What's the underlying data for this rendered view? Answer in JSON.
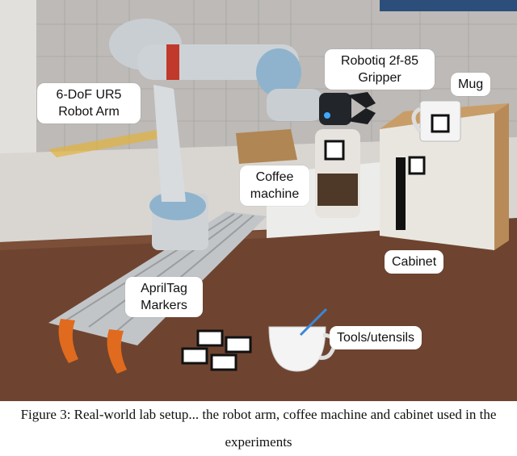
{
  "labels": {
    "robot_arm": [
      "6-DoF UR5",
      "Robot Arm"
    ],
    "gripper": [
      "Robotiq 2f-85",
      "Gripper"
    ],
    "mug": [
      "Mug"
    ],
    "coffee_machine": [
      "Coffee",
      "machine"
    ],
    "cabinet": [
      "Cabinet"
    ],
    "apriltag": [
      "AprilTag",
      "Markers"
    ],
    "tools": [
      "Tools/utensils"
    ]
  },
  "caption": "Figure 3: Real-world lab setup... the robot arm, coffee machine and cabinet used in the experiments",
  "colors": {
    "floor": "#d9d6d2",
    "table": "#6e4430",
    "cabinet": "#e9e6e0",
    "cabinet_side": "#b88a57",
    "arm": "#cfd3d6",
    "joint_blue": "#8fb3cc",
    "clamp": "#e06a1e"
  }
}
